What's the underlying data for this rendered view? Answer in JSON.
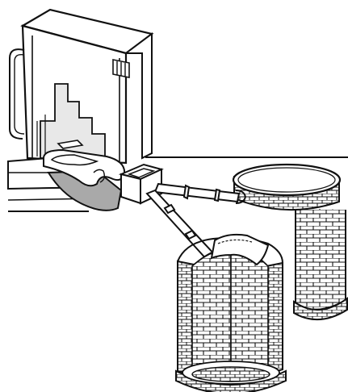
{
  "image": {
    "kind": "line-art illustration",
    "palette": {
      "ink": "#111111",
      "paper": "#ffffff",
      "shade": "#a9a9a9",
      "light_shade": "#e6e6e6"
    },
    "components": [
      {
        "id": "privy-shelter",
        "icon": "outhouse-shed"
      },
      {
        "id": "squat-pan",
        "icon": "squat-toilet-pan"
      },
      {
        "id": "junction-box",
        "icon": "inspection-chamber"
      },
      {
        "id": "pipe-to-back-pit",
        "icon": "pipe"
      },
      {
        "id": "pipe-to-front-pit",
        "icon": "pipe"
      },
      {
        "id": "back-brick-pit",
        "icon": "brick-leach-pit"
      },
      {
        "id": "front-brick-pit",
        "icon": "brick-leach-pit-cutaway"
      }
    ]
  }
}
